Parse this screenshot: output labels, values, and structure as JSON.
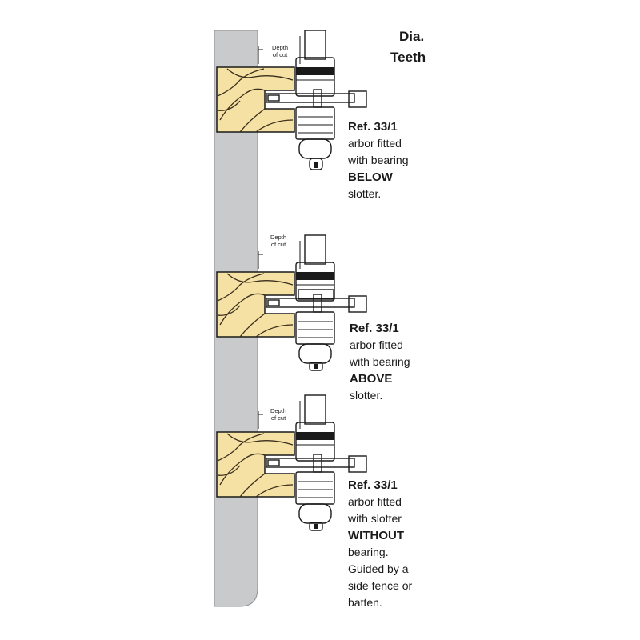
{
  "header": {
    "line1": "Dia.",
    "line2": "Teeth"
  },
  "colors": {
    "wall": "#c9cacc",
    "wood": "#f5e1a4",
    "grain": "#3a2e1c",
    "outline": "#1a1a1a"
  },
  "panels": [
    {
      "depth_label": {
        "line1": "Depth",
        "line2": "of cut"
      },
      "ref": "Ref. 33/1",
      "lines": [
        "arbor fitted",
        "with bearing"
      ],
      "emphasis": "BELOW",
      "tail": [
        "slotter."
      ]
    },
    {
      "depth_label": {
        "line1": "Depth",
        "line2": "of cut"
      },
      "ref": "Ref. 33/1",
      "lines": [
        "arbor fitted",
        "with bearing"
      ],
      "emphasis": "ABOVE",
      "tail": [
        "slotter."
      ]
    },
    {
      "depth_label": {
        "line1": "Depth",
        "line2": "of cut"
      },
      "ref": "Ref. 33/1",
      "lines": [
        "arbor fitted",
        "with slotter"
      ],
      "emphasis": "WITHOUT",
      "tail": [
        "bearing.",
        "Guided by a",
        "side fence or",
        "batten."
      ]
    }
  ]
}
